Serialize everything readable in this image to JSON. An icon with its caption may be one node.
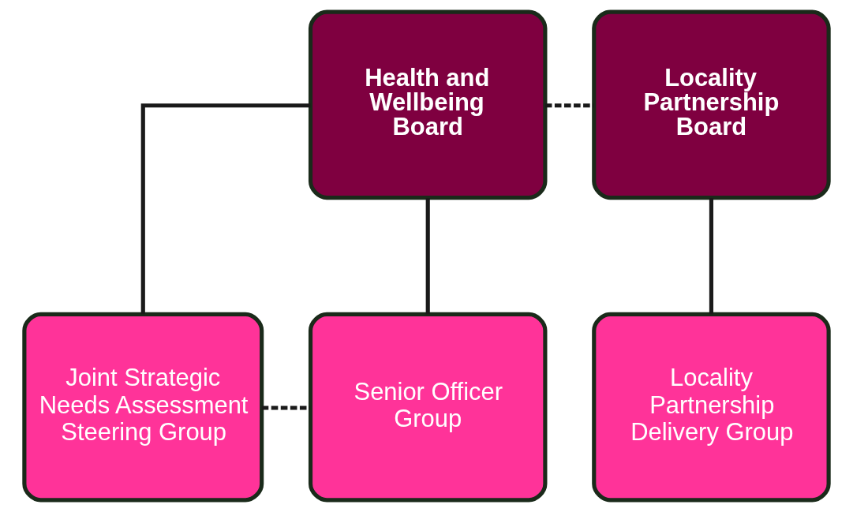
{
  "diagram": {
    "nodes": [
      {
        "text": [
          "Health and Wellbeing Board"
        ]
      },
      {
        "text": [
          "Locality Partnership Board"
        ]
      },
      {
        "text": [
          "Joint Strategic Needs Assessment Steering Group"
        ]
      },
      {
        "text": [
          "Senior Officer Group"
        ]
      },
      {
        "text": [
          "Locality Partnership Delivery Group"
        ]
      }
    ],
    "edges": [
      {
        "from": 0,
        "to": 1,
        "arrow": "none",
        "style": "dashed"
      },
      {
        "from": 0,
        "to": 2,
        "arrow": "none"
      },
      {
        "from": 0,
        "to": 3,
        "arrow": "none"
      },
      {
        "from": 2,
        "to": 3,
        "arrow": "none",
        "style": "dashed"
      },
      {
        "from": 1,
        "to": 4,
        "arrow": "none"
      }
    ]
  }
}
